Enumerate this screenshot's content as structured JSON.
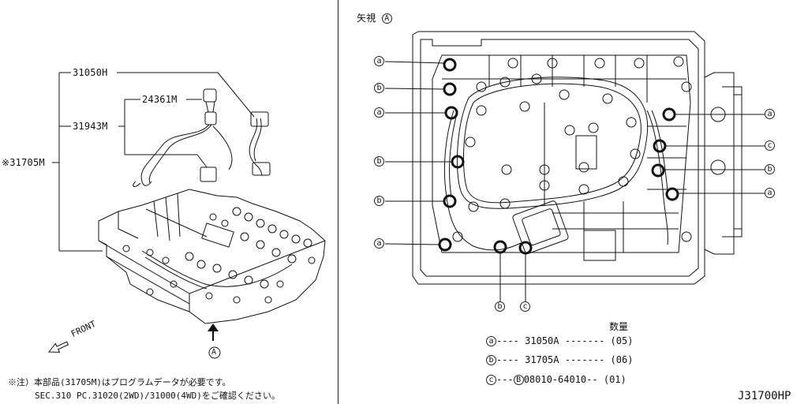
{
  "left": {
    "labels": {
      "p31050H": "31050H",
      "p24361M": "24361M",
      "p31943M": "31943M",
      "p31705M": "※31705M",
      "front": "FRONT",
      "view_a": "A"
    },
    "note_line1": "※注）本部品(31705M)はプログラムデータが必要です。",
    "note_line2": "SEC.310 PC.31020(2WD)/31000(4WD)をご確認ください。"
  },
  "right": {
    "view_title": "矢視",
    "view_title_mark": "A",
    "callouts_left": [
      "a",
      "b",
      "a",
      "b",
      "b",
      "a"
    ],
    "callouts_right": [
      "a",
      "c",
      "b",
      "a"
    ],
    "callouts_bottom": [
      "b",
      "c"
    ],
    "qty_header": "数量",
    "legend": [
      {
        "mark": "a",
        "prefix": "",
        "part": "31050A",
        "dashes": "-------",
        "qty": "(05)"
      },
      {
        "mark": "b",
        "prefix": "",
        "part": "31705A",
        "dashes": "-------",
        "qty": "(06)"
      },
      {
        "mark": "c",
        "prefix": "B",
        "part": "08010-64010",
        "dashes": "--",
        "qty": "(01)"
      }
    ],
    "diagram_code": "J31700HP"
  }
}
